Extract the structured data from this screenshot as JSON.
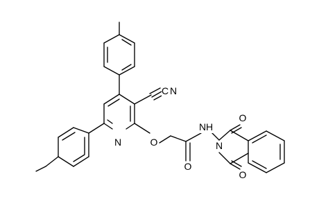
{
  "diagram": {
    "type": "chemical-structure",
    "background": "#ffffff",
    "bond_color": "#000000",
    "atom_labels": {
      "cyano_c": "C",
      "cyano_n": "N",
      "pyridine_n": "N",
      "ether_o": "O",
      "amide_o": "O",
      "amide_nh": "N",
      "amide_h": "H",
      "imide_n": "N",
      "imide_o_top": "O",
      "imide_o_bottom": "O"
    }
  }
}
